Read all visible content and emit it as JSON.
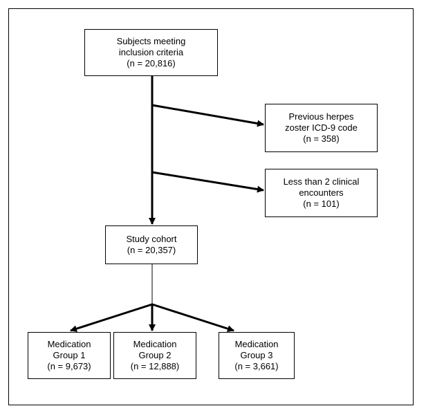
{
  "diagram": {
    "inclusion": {
      "line1": "Subjects meeting",
      "line2": "inclusion criteria",
      "line3": "(n = 20,816)"
    },
    "excluded_previous_hz": {
      "line1": "Previous herpes",
      "line2": "zoster ICD-9 code",
      "line3": "(n = 358)"
    },
    "excluded_less_encounters": {
      "line1": "Less than 2 clinical",
      "line2": "encounters",
      "line3": "(n = 101)"
    },
    "study_cohort": {
      "line1": "Study cohort",
      "line2": "(n = 20,357)"
    },
    "medication_groups": [
      {
        "line1": "Medication",
        "line2": "Group 1",
        "line3": "(n = 9,673)"
      },
      {
        "line1": "Medication",
        "line2": "Group 2",
        "line3": "(n = 12,888)"
      },
      {
        "line1": "Medication",
        "line2": "Group 3",
        "line3": "(n = 3,661)"
      }
    ],
    "colors": {
      "stroke": "#000000",
      "background": "#ffffff"
    }
  }
}
